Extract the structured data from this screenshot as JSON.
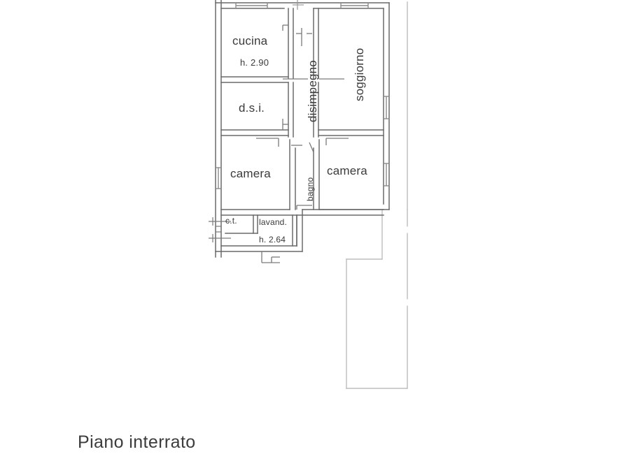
{
  "document": {
    "type": "floor-plan",
    "caption": "Piano interrato",
    "background_color": "#ffffff",
    "wall_color": "#5b5b5b",
    "thin_line_color": "#b9b9b9",
    "text_color": "#3a3a3a"
  },
  "rooms": [
    {
      "key": "cucina",
      "label": "cucina",
      "height_label": "h. 2.90",
      "orientation": "horizontal"
    },
    {
      "key": "soggiorno",
      "label": "soggiorno",
      "height_label": "",
      "orientation": "vertical"
    },
    {
      "key": "disimpegno",
      "label": "disimpegno",
      "height_label": "",
      "orientation": "vertical"
    },
    {
      "key": "dsi",
      "label": "d.s.i.",
      "height_label": "",
      "orientation": "horizontal"
    },
    {
      "key": "camera_left",
      "label": "camera",
      "height_label": "",
      "orientation": "horizontal"
    },
    {
      "key": "camera_right",
      "label": "camera",
      "height_label": "",
      "orientation": "horizontal"
    },
    {
      "key": "bagno",
      "label": "bagno",
      "height_label": "",
      "orientation": "vertical"
    },
    {
      "key": "ct",
      "label": "c.t.",
      "height_label": "",
      "orientation": "horizontal"
    },
    {
      "key": "lavanderia",
      "label": "lavand.",
      "height_label": "h. 2.64",
      "orientation": "horizontal"
    }
  ],
  "labels": {
    "cucina": "cucina",
    "cucina_h": "h. 2.90",
    "soggiorno": "soggiorno",
    "disimpegno": "disimpegno",
    "dsi": "d.s.i.",
    "camera_left": "camera",
    "camera_right": "camera",
    "bagno": "bagno",
    "ct": "c.t.",
    "lavanderia": "lavand.",
    "lavanderia_h": "h. 2.64",
    "caption": "Piano interrato"
  }
}
